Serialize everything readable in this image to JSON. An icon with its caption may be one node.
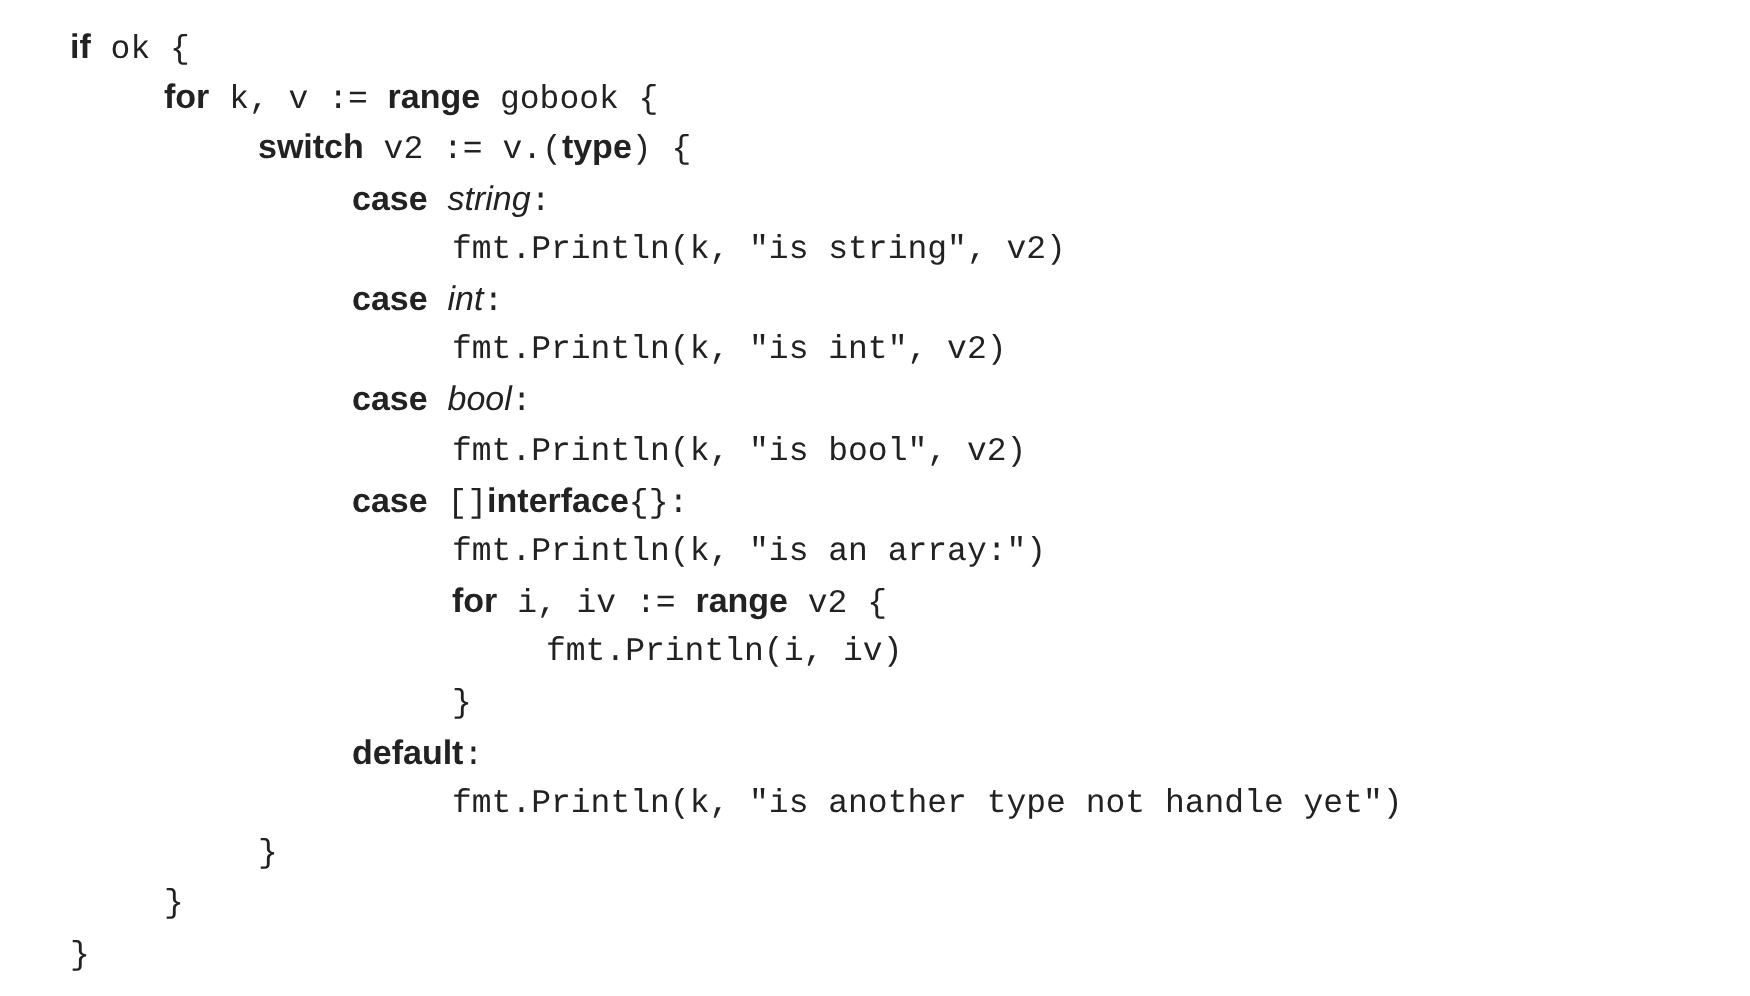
{
  "diagram": {
    "labels": [
      "**if** ok {",
      "**for** k, v := **range** gobook {",
      "**switch** v2 := v.(**type**) {",
      "**case** *string*:",
      "fmt.Println(k, \"is string\", v2)",
      "**case** *int*:",
      "fmt.Println(k, \"is int\", v2)",
      "**case** *bool*:",
      "fmt.Println(k, \"is bool\", v2)",
      "**case** []**interface**{}:",
      "fmt.Println(k, \"is an array:\")",
      "**for** i, iv := **range** v2 {",
      "fmt.Println(i, iv)",
      "}",
      "**default**:",
      "fmt.Println(k, \"is another type not handle yet\")",
      "}",
      "}",
      "}"
    ]
  }
}
